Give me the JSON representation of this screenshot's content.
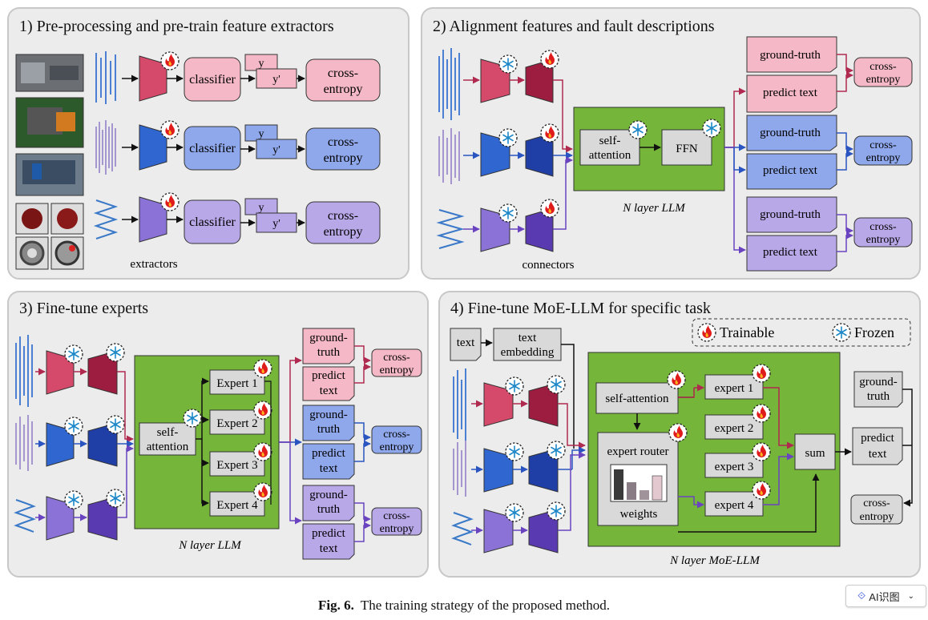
{
  "panels": {
    "p1": {
      "title": "1) Pre-processing and pre-train feature extractors",
      "extractors_label": "extractors"
    },
    "p2": {
      "title": "2) Alignment features and fault descriptions",
      "connectors_label": "connectors",
      "llm_label": "N layer LLM"
    },
    "p3": {
      "title": "3) Fine-tune experts",
      "llm_label": "N layer LLM"
    },
    "p4": {
      "title": "4) Fine-tune MoE-LLM for specific task",
      "llm_label": "N layer MoE-LLM"
    }
  },
  "labels": {
    "classifier": "classifier",
    "y": "y",
    "y_prime": "y'",
    "cross_entropy": [
      "cross-",
      "entropy"
    ],
    "self_attention_2line": [
      "self-",
      "attention"
    ],
    "self_attention": "self-attention",
    "ffn": "FFN",
    "ground_truth": "ground-truth",
    "ground_truth_2line": [
      "ground-",
      "truth"
    ],
    "predict_text": "predict text",
    "predict_text_2line": [
      "predict",
      "text"
    ],
    "experts_p3": [
      "Expert 1",
      "Expert 2",
      "Expert 3",
      "Expert 4"
    ],
    "experts_p4": [
      "expert 1",
      "expert 2",
      "expert 3",
      "expert 4"
    ],
    "text": "text",
    "text_embedding": [
      "text",
      "embedding"
    ],
    "expert_router": "expert router",
    "weights": "weights",
    "sum": "sum"
  },
  "legend": {
    "trainable": "Trainable",
    "frozen": "Frozen"
  },
  "colors": {
    "red": "#d54a6a",
    "red_dark": "#9c1d3f",
    "red_light": "#f4b8c6",
    "blue": "#2f66d0",
    "blue_dark": "#1f3fa6",
    "blue_light": "#8fa8ec",
    "purple": "#8a72d6",
    "purple_dark": "#5a3ab0",
    "purple_light": "#b8a8e8",
    "green": "#74b53a",
    "gray": "#d9d9d9",
    "panel": "#ededed"
  },
  "icons": {
    "trainable": "flame-icon",
    "frozen": "snowflake-icon"
  },
  "caption": {
    "label": "Fig. 6.",
    "text": "The training strategy of the proposed method."
  },
  "ai_button": {
    "label": "AI识图"
  }
}
